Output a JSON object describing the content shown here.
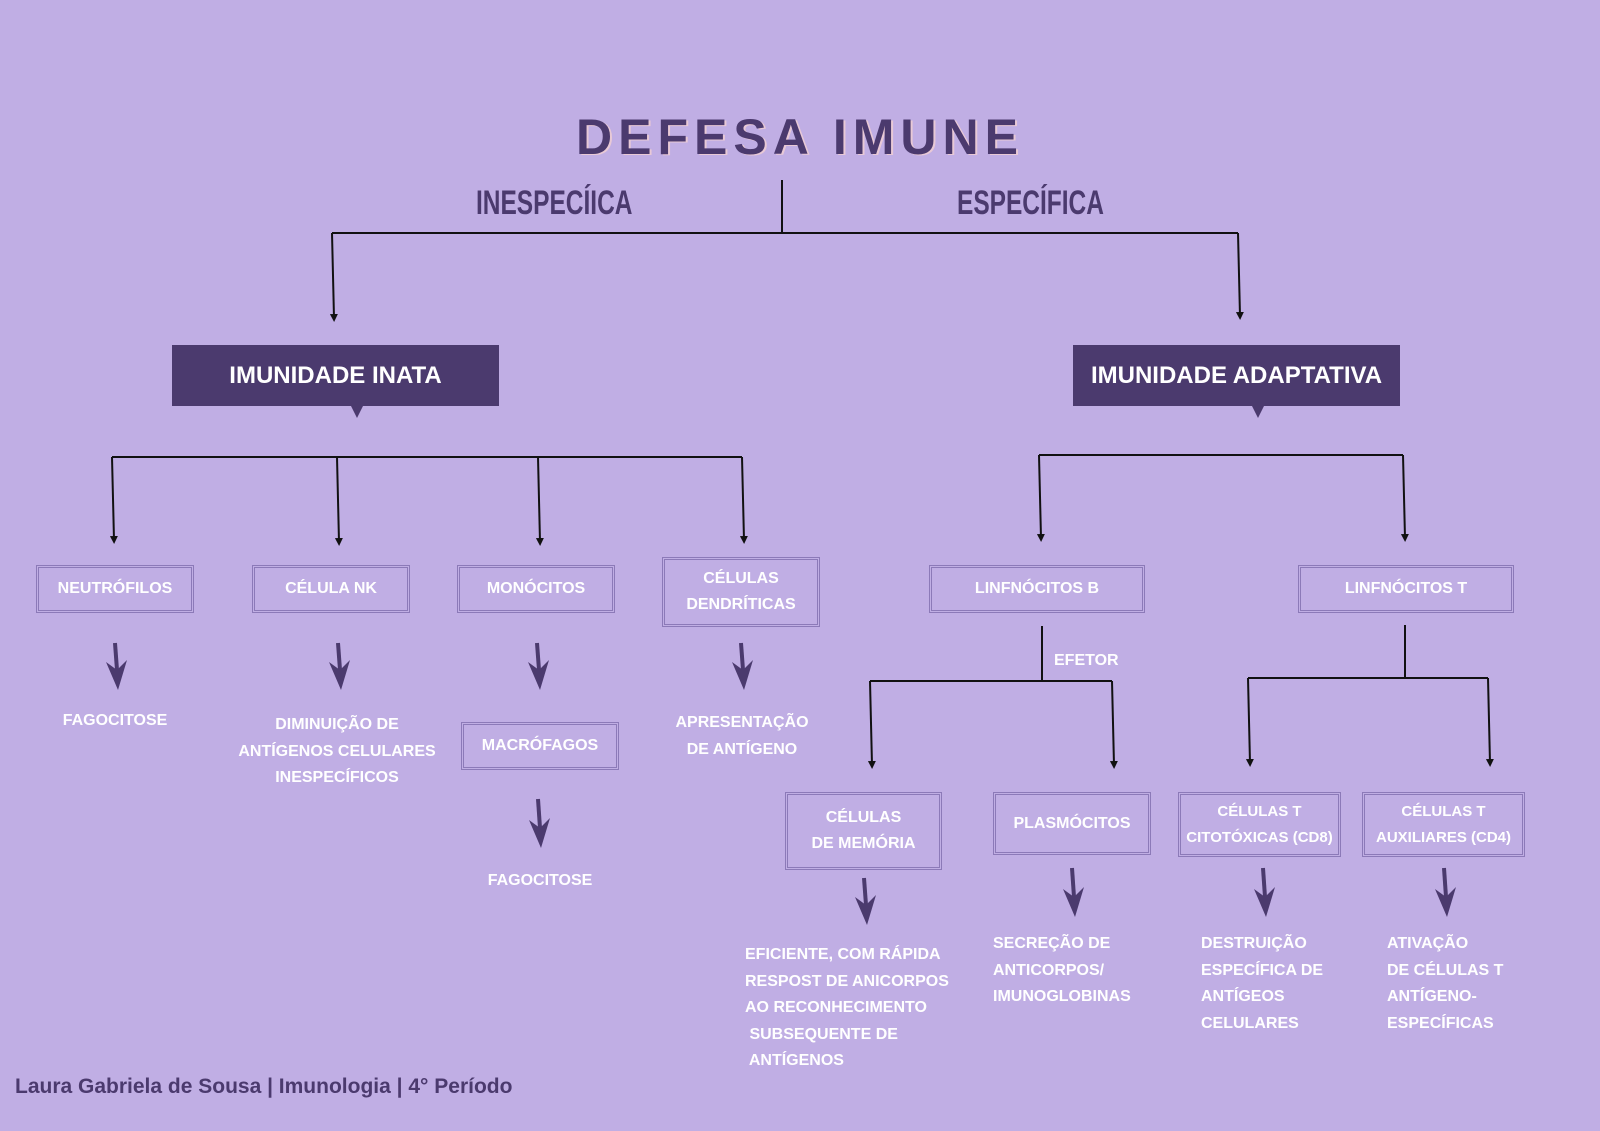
{
  "title": "DEFESA IMUNE",
  "branches": {
    "left": "INESPECÍICA",
    "right": "ESPECÍFICA"
  },
  "innate": {
    "label": "IMUNIDADE INATA",
    "cells": [
      {
        "name": "NEUTRÓFILOS",
        "result": [
          "FAGOCITOSE"
        ]
      },
      {
        "name": "CÉLULA NK",
        "result": [
          "DIMINUIÇÃO DE",
          "ANTÍGENOS CELULARES",
          "INESPECÍFICOS"
        ]
      },
      {
        "name": "MONÓCITOS",
        "next": "MACRÓFAGOS",
        "result": [
          "FAGOCITOSE"
        ]
      },
      {
        "name_lines": [
          "CÉLULAS",
          "DENDRÍTICAS"
        ],
        "result": [
          "APRESENTAÇÃO",
          "DE ANTÍGENO"
        ]
      }
    ]
  },
  "adaptive": {
    "label": "IMUNIDADE ADAPTATIVA",
    "b_cells": {
      "name": "LINFNÓCITOS B",
      "effector_label": "EFETOR",
      "memory": {
        "name_lines": [
          "CÉLULAS",
          "DE MEMÓRIA"
        ],
        "result": [
          "EFICIENTE, COM RÁPIDA",
          "RESPOST DE ANICORPOS",
          "AO RECONHECIMENTO",
          " SUBSEQUENTE DE",
          " ANTÍGENOS"
        ]
      },
      "plasma": {
        "name": "PLASMÓCITOS",
        "result": [
          "SECREÇÃO DE",
          "ANTICORPOS/",
          "IMUNOGLOBINAS"
        ]
      }
    },
    "t_cells": {
      "name": "LINFNÓCITOS T",
      "cd8": {
        "name_lines": [
          "CÉLULAS  T",
          "CITOTÓXICAS (CD8)"
        ],
        "result": [
          "DESTRUIÇÃO",
          "ESPECÍFICA DE",
          "ANTÍGEOS",
          "CELULARES"
        ]
      },
      "cd4": {
        "name_lines": [
          "CÉLULAS  T",
          "AUXILIARES (CD4)"
        ],
        "result": [
          "ATIVAÇÃO",
          "DE CÉLULAS T",
          "ANTÍGENO-",
          "ESPECÍFICAS"
        ]
      }
    }
  },
  "footer": "Laura Gabriela de Sousa | Imunologia | 4° Período",
  "colors": {
    "background": "#c0aee4",
    "dark": "#4b3a6e",
    "line": "#111111",
    "text": "#ffffff"
  }
}
